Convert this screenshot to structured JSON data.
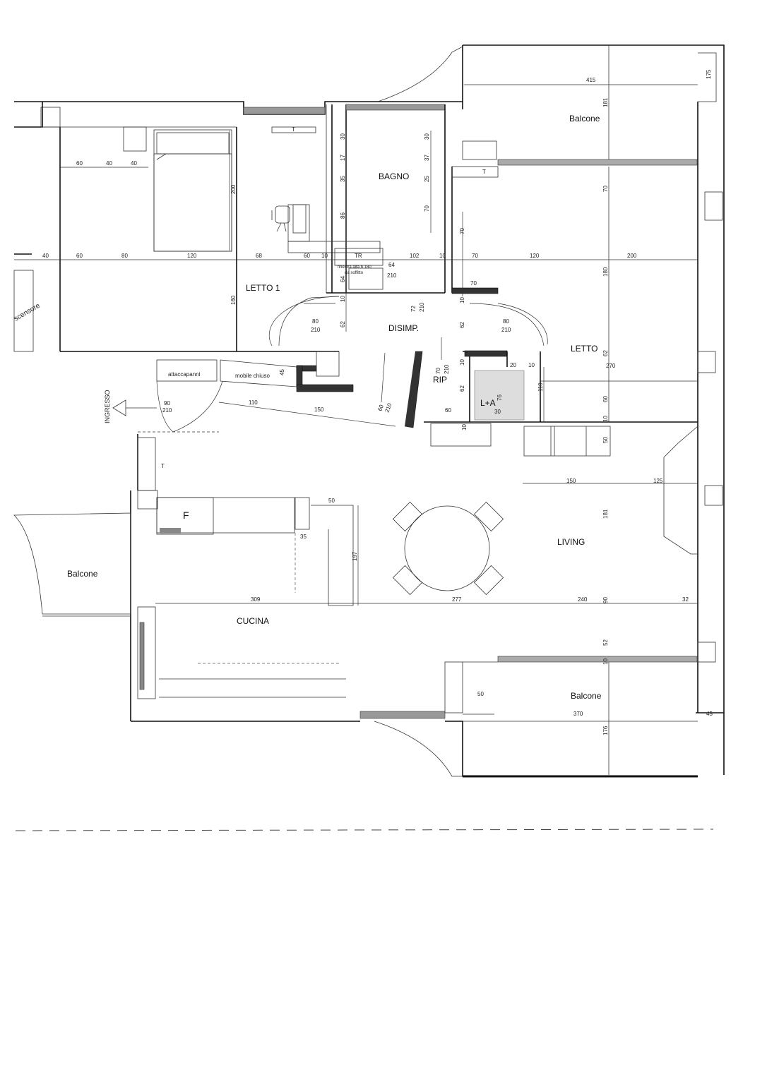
{
  "rooms": {
    "letto1": "LETTO 1",
    "bagno": "BAGNO",
    "disimp": "DISIMP.",
    "letto": "LETTO",
    "rip": "RIP",
    "la": "L+A",
    "living": "LIVING",
    "cucina": "CUCINA",
    "balcone_top": "Balcone",
    "balcone_left": "Balcone",
    "balcone_bottom": "Balcone",
    "fridge": "F",
    "ingresso": "INGRESSO",
    "mobile_chiuso": "mobile chiuso",
    "attaccapanni": "attaccapanni",
    "ascensore": "scensore"
  },
  "door_labels": {
    "letto1_door_w": "80",
    "letto1_door_h": "210",
    "letto_door_w": "80",
    "letto_door_h": "210",
    "ingresso_w": "90",
    "ingresso_h": "210",
    "bagno_door_w": "64",
    "bagno_door_h": "210",
    "disimp_door_w": "72",
    "disimp_door_h": "210",
    "rip_door_w": "70",
    "rip_door_h": "210",
    "disimp_small_w": "60",
    "disimp_small_h": "210",
    "bagno_note_1": "finestra alta h 180",
    "bagno_note_2": "da soffitto"
  },
  "dimensions": {
    "top_row": [
      "40",
      "60",
      "80",
      "120",
      "68",
      "60",
      "10",
      "102",
      "10",
      "70",
      "120",
      "200"
    ],
    "bed_row": [
      "60",
      "40",
      "40"
    ],
    "bal_top_w": "415",
    "bal_top_side": "175",
    "bal_top_v1": "181",
    "bagno_v": [
      "30",
      "17",
      "35",
      "86"
    ],
    "bagno_v2": [
      "30",
      "37",
      "25",
      "70"
    ],
    "letto1_v": "200",
    "letto1_v2": "160",
    "disimp_v": [
      "64",
      "10",
      "62"
    ],
    "letto_v": [
      "70",
      "180",
      "62",
      "60",
      "10"
    ],
    "letto_w": "270",
    "rip_dims": [
      "70",
      "10",
      "62",
      "20",
      "10",
      "110",
      "60",
      "10",
      "76",
      "30"
    ],
    "mobile_dims": [
      "110",
      "150",
      "45"
    ],
    "rip_70": "70",
    "living_h": [
      "150",
      "125"
    ],
    "living_v": [
      "181",
      "50"
    ],
    "kitchen_dims": [
      "50",
      "35",
      "197"
    ],
    "bottom_row": [
      "309",
      "277",
      "240",
      "90",
      "32"
    ],
    "cucina_v": [
      "52",
      "10"
    ],
    "bal_bottom_w": "370",
    "bal_bottom_side": "45",
    "bal_bottom_v": "176",
    "bal_bottom_50": "50",
    "t_label": "T",
    "tr_label": "TR"
  }
}
